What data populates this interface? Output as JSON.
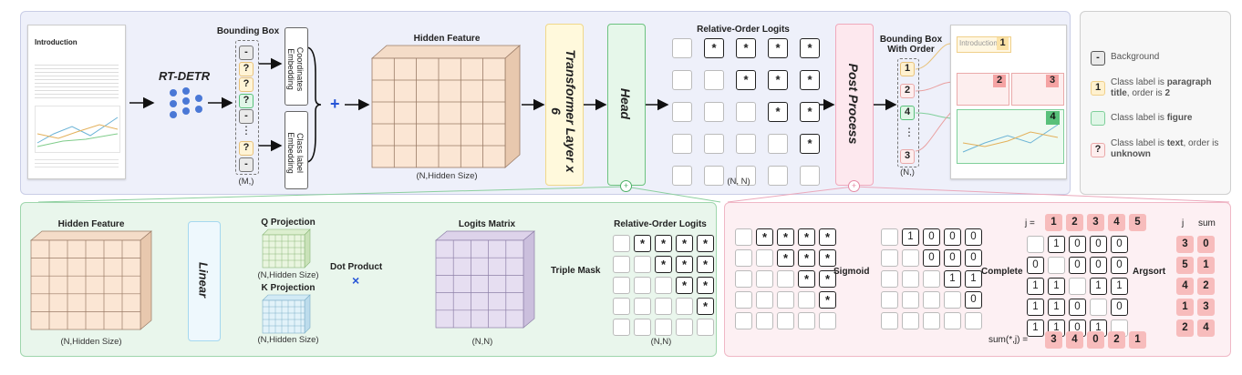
{
  "top": {
    "bbox_title": "Bounding Box",
    "bbox_items": [
      "-",
      "?",
      "?",
      "?",
      "-",
      "⋮",
      "?",
      "-"
    ],
    "bbox_dim": "(M,)",
    "detector": "RT-DETR",
    "coord_emb": "Coordinates Embedding",
    "class_emb": "Class label Embedding",
    "plus": "+",
    "hidden_title": "Hidden Feature",
    "hidden_dim": "(N,Hidden Size)",
    "transformer": "Transformer Layer x 6",
    "head": "Head",
    "logits_title": "Relative-Order Logits",
    "logits_dim": "(N, N)",
    "post": "Post Process",
    "order_title": "Bounding Box With Order",
    "order_items": [
      "1",
      "2",
      "4",
      "⋮",
      "3"
    ],
    "order_dim": "(N,)",
    "doc_heading": "Introduction",
    "doc_heading2": "Introduction",
    "doc_numbers": [
      "1",
      "2",
      "3",
      "4"
    ]
  },
  "legend": [
    {
      "icon": "-",
      "text": "Background"
    },
    {
      "icon": "1",
      "text_a": "Class label is ",
      "bold": "paragraph title",
      "text_b": ", order is ",
      "bold2": "2"
    },
    {
      "icon": "",
      "text_a": "Class label is ",
      "bold": "figure"
    },
    {
      "icon": "?",
      "text_a": "Class label is ",
      "bold": "text",
      "text_b": ", order is ",
      "bold2": "unknown"
    }
  ],
  "bottom_left": {
    "hidden_title": "Hidden Feature",
    "hidden_dim": "(N,Hidden Size)",
    "linear": "Linear",
    "q_title": "Q  Projection",
    "q_dim": "(N,Hidden Size)",
    "k_title": "K  Projection",
    "k_dim": "(N,Hidden Size)",
    "dot": "Dot Product",
    "times": "×",
    "logits_title": "Logits Matrix",
    "logits_dim": "(N,N)",
    "mask": "Triple Mask",
    "rel_title": "Relative-Order Logits",
    "rel_dim": "(N,N)"
  },
  "bottom_right": {
    "sigmoid": "Sigmoid",
    "complete": "Complete",
    "argsort": "Argsort",
    "j_label": "j =",
    "j_values": [
      "1",
      "2",
      "3",
      "4",
      "5"
    ],
    "sum_label": "sum(*,j) =",
    "sum_values": [
      "3",
      "4",
      "0",
      "2",
      "1"
    ],
    "bin_matrix": [
      [
        "",
        "1",
        "0",
        "0",
        "0"
      ],
      [
        "",
        "",
        "0",
        "0",
        "0"
      ],
      [
        "",
        "",
        "",
        "1",
        "1"
      ],
      [
        "",
        "",
        "",
        "",
        "0"
      ],
      [
        "",
        "",
        "",
        "",
        ""
      ]
    ],
    "complete_matrix": [
      [
        "",
        "1",
        "0",
        "0",
        "0"
      ],
      [
        "0",
        "",
        "0",
        "0",
        "0"
      ],
      [
        "1",
        "1",
        "",
        "1",
        "1"
      ],
      [
        "1",
        "1",
        "0",
        "",
        "0"
      ],
      [
        "1",
        "1",
        "0",
        "1",
        ""
      ]
    ],
    "result_header": [
      "j",
      "sum"
    ],
    "result_rows": [
      [
        "3",
        "0"
      ],
      [
        "5",
        "1"
      ],
      [
        "4",
        "2"
      ],
      [
        "1",
        "3"
      ],
      [
        "2",
        "4"
      ]
    ]
  }
}
